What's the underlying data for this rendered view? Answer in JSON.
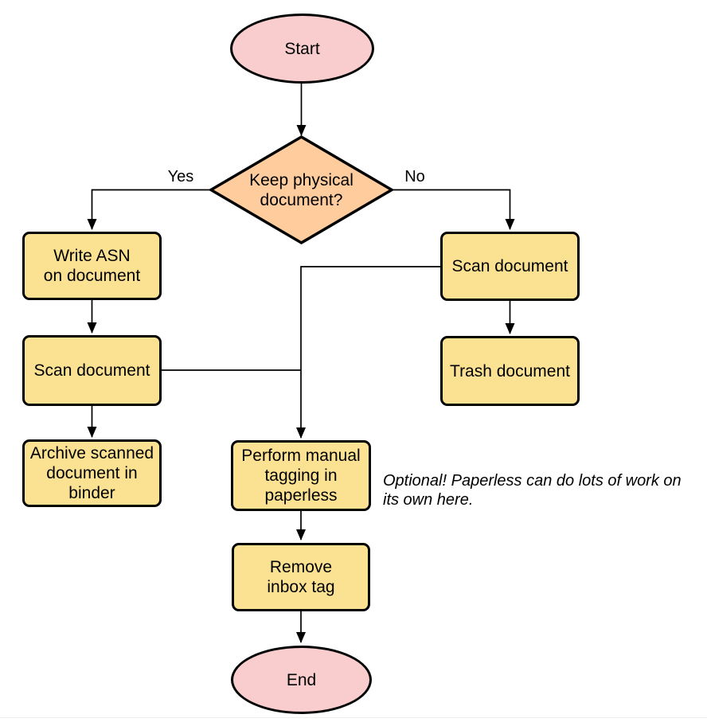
{
  "diagram_type": "flowchart",
  "colors": {
    "terminal_fill": "#F9CDCD",
    "process_fill": "#FBE292",
    "decision_fill": "#FFCC9E",
    "stroke": "#000000",
    "background": "#FFFFFF"
  },
  "nodes": {
    "start": {
      "type": "terminal",
      "label": "Start"
    },
    "decision_keep_physical": {
      "type": "decision",
      "label": "Keep physical\ndocument?"
    },
    "write_asn": {
      "type": "process",
      "label": "Write ASN\non document"
    },
    "scan_document_left": {
      "type": "process",
      "label": "Scan document"
    },
    "archive_binder": {
      "type": "process",
      "label": "Archive scanned\ndocument in\nbinder"
    },
    "scan_document_right": {
      "type": "process",
      "label": "Scan document"
    },
    "trash_document": {
      "type": "process",
      "label": "Trash document"
    },
    "manual_tagging": {
      "type": "process",
      "label": "Perform manual\ntagging in\npaperless"
    },
    "remove_inbox_tag": {
      "type": "process",
      "label": "Remove\ninbox tag"
    },
    "end": {
      "type": "terminal",
      "label": "End"
    }
  },
  "edges": [
    {
      "from": "start",
      "to": "decision_keep_physical",
      "label": ""
    },
    {
      "from": "decision_keep_physical",
      "to": "write_asn",
      "label": "Yes"
    },
    {
      "from": "decision_keep_physical",
      "to": "scan_document_right",
      "label": "No"
    },
    {
      "from": "write_asn",
      "to": "scan_document_left",
      "label": ""
    },
    {
      "from": "scan_document_left",
      "to": "archive_binder",
      "label": ""
    },
    {
      "from": "scan_document_right",
      "to": "trash_document",
      "label": ""
    },
    {
      "from": "scan_document_left",
      "to": "manual_tagging",
      "label": ""
    },
    {
      "from": "scan_document_right",
      "to": "manual_tagging",
      "label": ""
    },
    {
      "from": "manual_tagging",
      "to": "remove_inbox_tag",
      "label": ""
    },
    {
      "from": "remove_inbox_tag",
      "to": "end",
      "label": ""
    }
  ],
  "annotation": {
    "text": "Optional! Paperless can do lots of work on\nits own here."
  }
}
